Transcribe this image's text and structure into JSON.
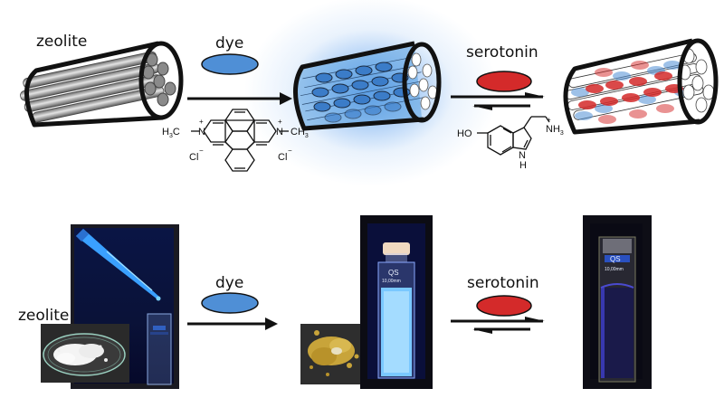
{
  "figure": {
    "top_row": {
      "zeolite_label": "zeolite",
      "dye_label": "dye",
      "serotonin_label": "serotonin",
      "dye_structure": {
        "left_group": "H3C",
        "right_group": "CH3",
        "nitrogen": "N",
        "charge_plus": "+",
        "counterion": "Cl",
        "counterion_charge": "−"
      },
      "serotonin_structure": {
        "hydroxyl": "HO",
        "amine": "NH3",
        "amine_charge": "+",
        "ring_nh": "N",
        "ring_h": "H"
      }
    },
    "bottom_row": {
      "zeolite_label": "zeolite",
      "dye_label": "dye",
      "serotonin_label": "serotonin",
      "cuvette_brand": "QS",
      "cuvette_path": "10,00mm"
    },
    "colors": {
      "dye_blue": "#4f8fd6",
      "serotonin_red": "#d42a2a",
      "fluorescence_glow": "#6aa8ee",
      "uv_background": "#0a1030",
      "outline": "#111111"
    }
  }
}
